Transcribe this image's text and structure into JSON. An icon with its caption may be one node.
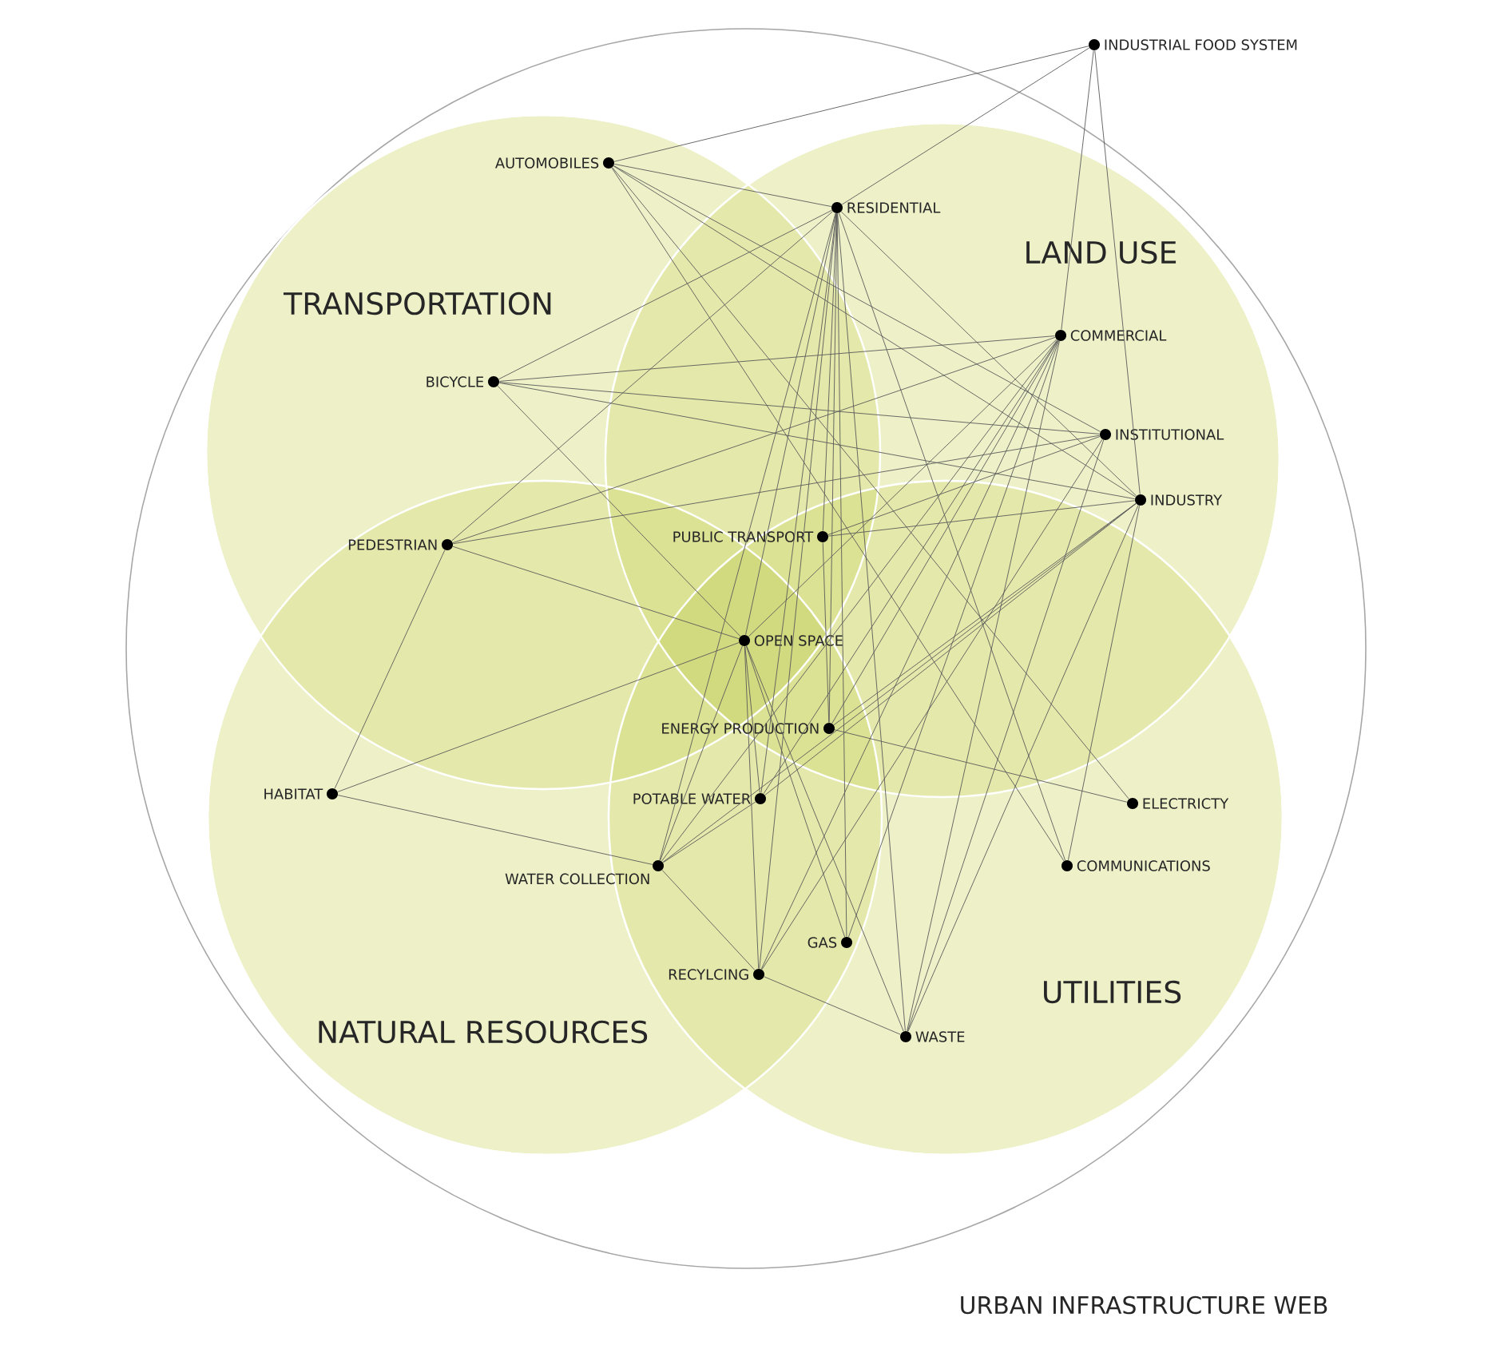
{
  "diagram": {
    "title": "URBAN INFRASTRUCTURE WEB",
    "nodes": [
      {
        "text": [
          "TRANSPORTATION"
        ]
      },
      {
        "text": [
          "LAND USE"
        ]
      },
      {
        "text": [
          "NATURAL RESOURCES"
        ]
      },
      {
        "text": [
          "UTILITIES"
        ]
      },
      {
        "text": [
          "AUTOMOBILES"
        ],
        "in": 0
      },
      {
        "text": [
          "RESIDENTIAL"
        ],
        "in": 1
      },
      {
        "text": [
          "COMMERCIAL"
        ],
        "in": 1
      },
      {
        "text": [
          "INSTITUTIONAL"
        ],
        "in": 1
      },
      {
        "text": [
          "INDUSTRY"
        ],
        "in": 1
      },
      {
        "text": [
          "INDUSTRIAL FOOD SYSTEM"
        ]
      },
      {
        "text": [
          "BICYCLE"
        ],
        "in": 0
      },
      {
        "text": [
          "PEDESTRIAN"
        ]
      },
      {
        "text": [
          "PUBLIC TRANSPORT"
        ]
      },
      {
        "text": [
          "OPEN SPACE"
        ]
      },
      {
        "text": [
          "ENERGY PRODUCTION"
        ]
      },
      {
        "text": [
          "HABITAT"
        ],
        "in": 2
      },
      {
        "text": [
          "POTABLE WATER"
        ]
      },
      {
        "text": [
          "ELECTRICTY"
        ],
        "in": 3
      },
      {
        "text": [
          "WATER COLLECTION"
        ]
      },
      {
        "text": [
          "COMMUNICATIONS"
        ],
        "in": 3
      },
      {
        "text": [
          "GAS"
        ]
      },
      {
        "text": [
          "RECYLCING"
        ]
      },
      {
        "text": [
          "WASTE"
        ],
        "in": 3
      }
    ],
    "edges": [
      {
        "from": 4,
        "to": 9,
        "arrow": "none"
      },
      {
        "from": 4,
        "to": 5,
        "arrow": "none"
      },
      {
        "from": 4,
        "to": 7,
        "arrow": "none"
      },
      {
        "from": 4,
        "to": 8,
        "arrow": "none"
      },
      {
        "from": 4,
        "to": 17,
        "arrow": "none"
      },
      {
        "from": 4,
        "to": 19,
        "arrow": "none"
      },
      {
        "from": 5,
        "to": 9,
        "arrow": "none"
      },
      {
        "from": 5,
        "to": 10,
        "arrow": "none"
      },
      {
        "from": 5,
        "to": 11,
        "arrow": "none"
      },
      {
        "from": 5,
        "to": 12,
        "arrow": "none"
      },
      {
        "from": 5,
        "to": 13,
        "arrow": "none"
      },
      {
        "from": 5,
        "to": 14,
        "arrow": "none"
      },
      {
        "from": 5,
        "to": 16,
        "arrow": "none"
      },
      {
        "from": 5,
        "to": 18,
        "arrow": "none"
      },
      {
        "from": 5,
        "to": 21,
        "arrow": "none"
      },
      {
        "from": 5,
        "to": 20,
        "arrow": "none"
      },
      {
        "from": 5,
        "to": 22,
        "arrow": "none"
      },
      {
        "from": 5,
        "to": 19,
        "arrow": "none"
      },
      {
        "from": 5,
        "to": 8,
        "arrow": "none"
      },
      {
        "from": 6,
        "to": 9,
        "arrow": "none"
      },
      {
        "from": 6,
        "to": 10,
        "arrow": "none"
      },
      {
        "from": 6,
        "to": 11,
        "arrow": "none"
      },
      {
        "from": 6,
        "to": 13,
        "arrow": "none"
      },
      {
        "from": 6,
        "to": 16,
        "arrow": "none"
      },
      {
        "from": 6,
        "to": 18,
        "arrow": "none"
      },
      {
        "from": 6,
        "to": 21,
        "arrow": "none"
      },
      {
        "from": 6,
        "to": 22,
        "arrow": "none"
      },
      {
        "from": 6,
        "to": 14,
        "arrow": "none"
      },
      {
        "from": 6,
        "to": 20,
        "arrow": "none"
      },
      {
        "from": 7,
        "to": 10,
        "arrow": "none"
      },
      {
        "from": 7,
        "to": 11,
        "arrow": "none"
      },
      {
        "from": 7,
        "to": 12,
        "arrow": "none"
      },
      {
        "from": 7,
        "to": 22,
        "arrow": "none"
      },
      {
        "from": 7,
        "to": 21,
        "arrow": "none"
      },
      {
        "from": 8,
        "to": 9,
        "arrow": "none"
      },
      {
        "from": 8,
        "to": 10,
        "arrow": "none"
      },
      {
        "from": 8,
        "to": 12,
        "arrow": "none"
      },
      {
        "from": 8,
        "to": 14,
        "arrow": "none"
      },
      {
        "from": 8,
        "to": 16,
        "arrow": "none"
      },
      {
        "from": 8,
        "to": 18,
        "arrow": "none"
      },
      {
        "from": 8,
        "to": 22,
        "arrow": "none"
      },
      {
        "from": 8,
        "to": 19,
        "arrow": "none"
      },
      {
        "from": 10,
        "to": 13,
        "arrow": "none"
      },
      {
        "from": 11,
        "to": 15,
        "arrow": "none"
      },
      {
        "from": 11,
        "to": 13,
        "arrow": "none"
      },
      {
        "from": 13,
        "to": 15,
        "arrow": "none"
      },
      {
        "from": 13,
        "to": 20,
        "arrow": "none"
      },
      {
        "from": 13,
        "to": 22,
        "arrow": "none"
      },
      {
        "from": 13,
        "to": 16,
        "arrow": "none"
      },
      {
        "from": 13,
        "to": 21,
        "arrow": "none"
      },
      {
        "from": 13,
        "to": 18,
        "arrow": "none"
      },
      {
        "from": 14,
        "to": 17,
        "arrow": "none"
      },
      {
        "from": 14,
        "to": 12,
        "arrow": "none"
      },
      {
        "from": 15,
        "to": 18,
        "arrow": "none"
      },
      {
        "from": 18,
        "to": 21,
        "arrow": "none"
      },
      {
        "from": 18,
        "to": 16,
        "arrow": "none"
      },
      {
        "from": 21,
        "to": 22,
        "arrow": "none"
      }
    ]
  }
}
